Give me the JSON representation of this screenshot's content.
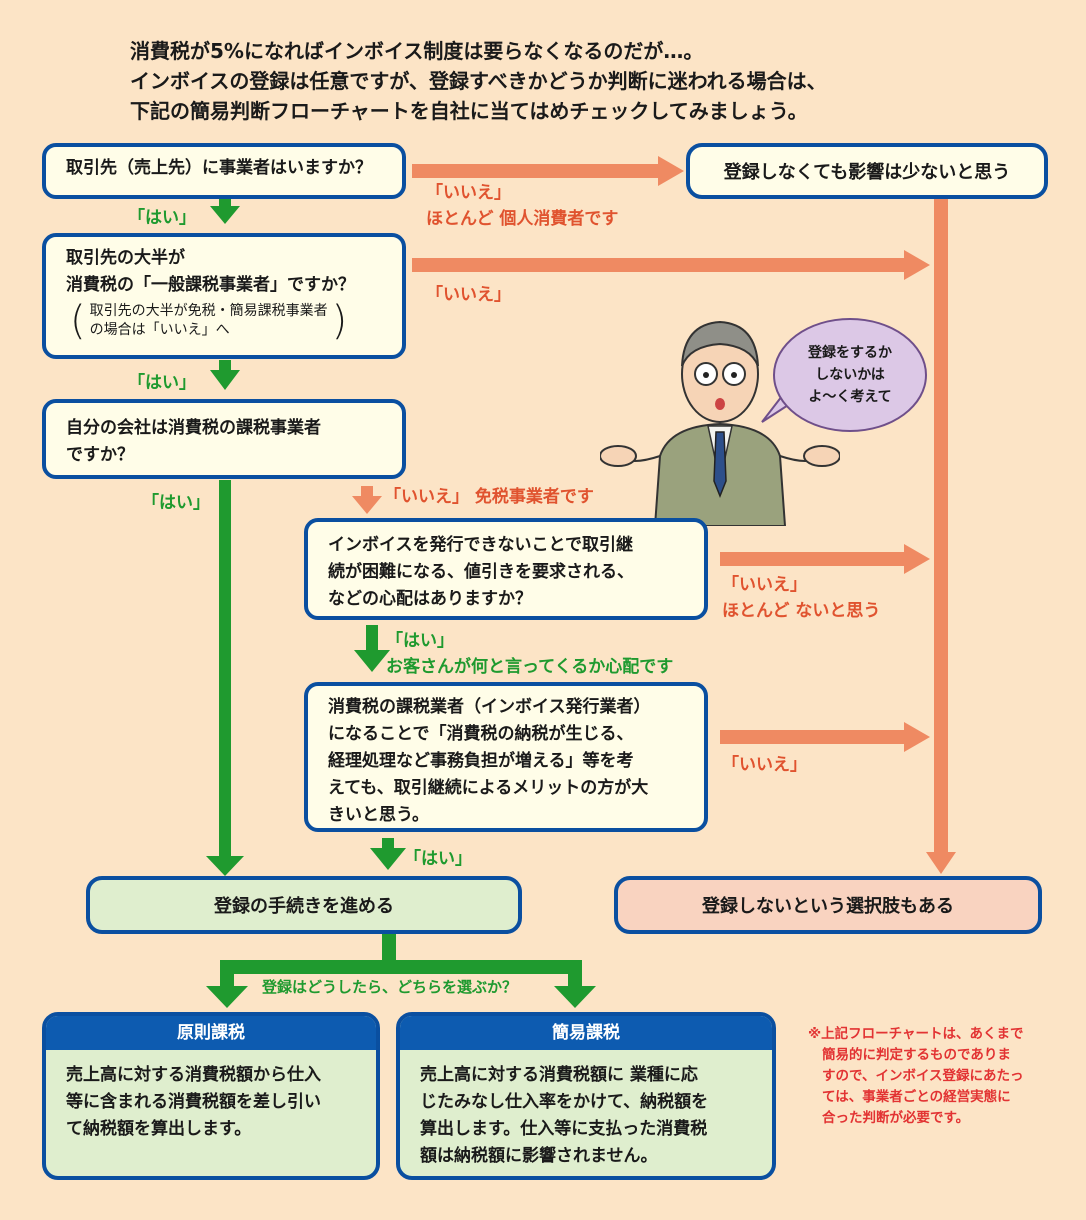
{
  "intro": [
    "消費税が5%になればインボイス制度は要らなくなるのだが…。",
    "インボイスの登録は任意ですが、登録すべきかどうか判断に迷われる場合は、",
    "下記の簡易判断フローチャートを自社に当てはめチェックしてみましょう。"
  ],
  "q1": "取引先（売上先）に事業者はいますか？",
  "q2_line1": "取引先の大半が",
  "q2_line2": "消費税の「一般課税事業者」ですか？",
  "q2_note1": "取引先の大半が免税・簡易課税事業者",
  "q2_note2": "の場合は「いいえ」へ",
  "q3_line1": "自分の会社は消費税の課税事業者",
  "q3_line2": "ですか？",
  "q4_lines": [
    "インボイスを発行できないことで取引継",
    "続が困難になる、値引きを要求される、",
    "などの心配はありますか？"
  ],
  "q5_lines": [
    "消費税の課税業者（インボイス発行業者）",
    "になることで「消費税の納税が生じる、",
    "経理処理など事務負担が増える」等を考",
    "えても、取引継続によるメリットの方が大",
    "きいと思う。"
  ],
  "no_impact": "登録しなくても影響は少ないと思う",
  "labels": {
    "yes": "「はい」",
    "no": "「いいえ」",
    "no1_sub": "ほとんど 個人消費者です",
    "no3": "「いいえ」 免税事業者です",
    "no4_sub": "ほとんど ないと思う",
    "yes4_sub": "お客さんが何と言ってくるか心配です",
    "branch": "登録はどうしたら、どちらを選ぶか？"
  },
  "bubble": [
    "登録をするか",
    "しないかは",
    "よ〜く考えて"
  ],
  "proceed": "登録の手続きを進める",
  "not_register": "登録しないという選択肢もある",
  "card_left": {
    "title": "原則課税",
    "lines": [
      "売上高に対する消費税額から仕入",
      "等に含まれる消費税額を差し引い",
      "て納税額を算出します。"
    ]
  },
  "card_right": {
    "title": "簡易課税",
    "lines": [
      "売上高に対する消費税額に 業種に応",
      "じたみなし仕入率をかけて、納税額を",
      "算出します。仕入等に支払った消費税",
      "額は納税額に影響されません。"
    ]
  },
  "footnote": [
    "※上記フローチャートは、あくまで",
    "簡易的に判定するものでありま",
    "すので、インボイス登録にあたっ",
    "ては、事業者ごとの経営実態に",
    "合った判断が必要です。"
  ],
  "colors": {
    "background": "#fce4c6",
    "border": "#0a4fa0",
    "green": "#1f9a2f",
    "salmon": "#ef8a62",
    "card_header": "#0d5bb0"
  }
}
